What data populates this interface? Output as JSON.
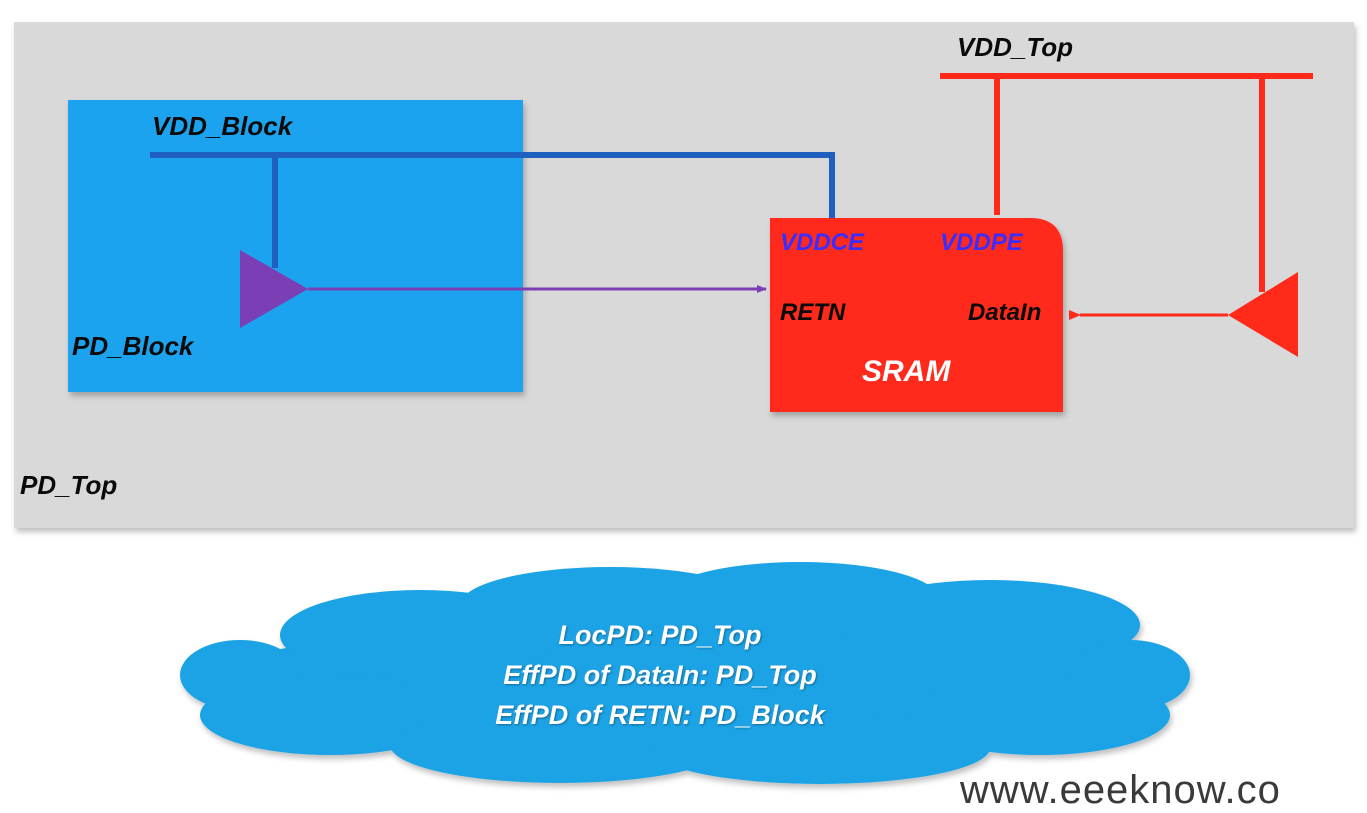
{
  "diagram": {
    "top_domain_label": "PD_Top",
    "block_domain_label": "PD_Block",
    "vdd_block_label": "VDD_Block",
    "vdd_top_label": "VDD_Top",
    "sram": {
      "title": "SRAM",
      "pin_vddce": "VDDCE",
      "pin_vddpe": "VDDPE",
      "pin_retn": "RETN",
      "pin_datain": "DataIn"
    },
    "colors": {
      "background_panel": "#d9d9d9",
      "block_fill": "#1aa3f0",
      "vdd_block_wire": "#1f5fbf",
      "vdd_top_wire": "#ff2a1a",
      "sram_fill": "#ff2a1a",
      "block_buffer": "#7a3fb5",
      "pin_text_blue": "#3b2cff",
      "cloud_fill": "#1aa3e6"
    }
  },
  "cloud": {
    "line1": "LocPD: PD_Top",
    "line2": "EffPD of DataIn: PD_Top",
    "line3": "EffPD of RETN: PD_Block"
  },
  "watermark": "www.eeeknow.co"
}
